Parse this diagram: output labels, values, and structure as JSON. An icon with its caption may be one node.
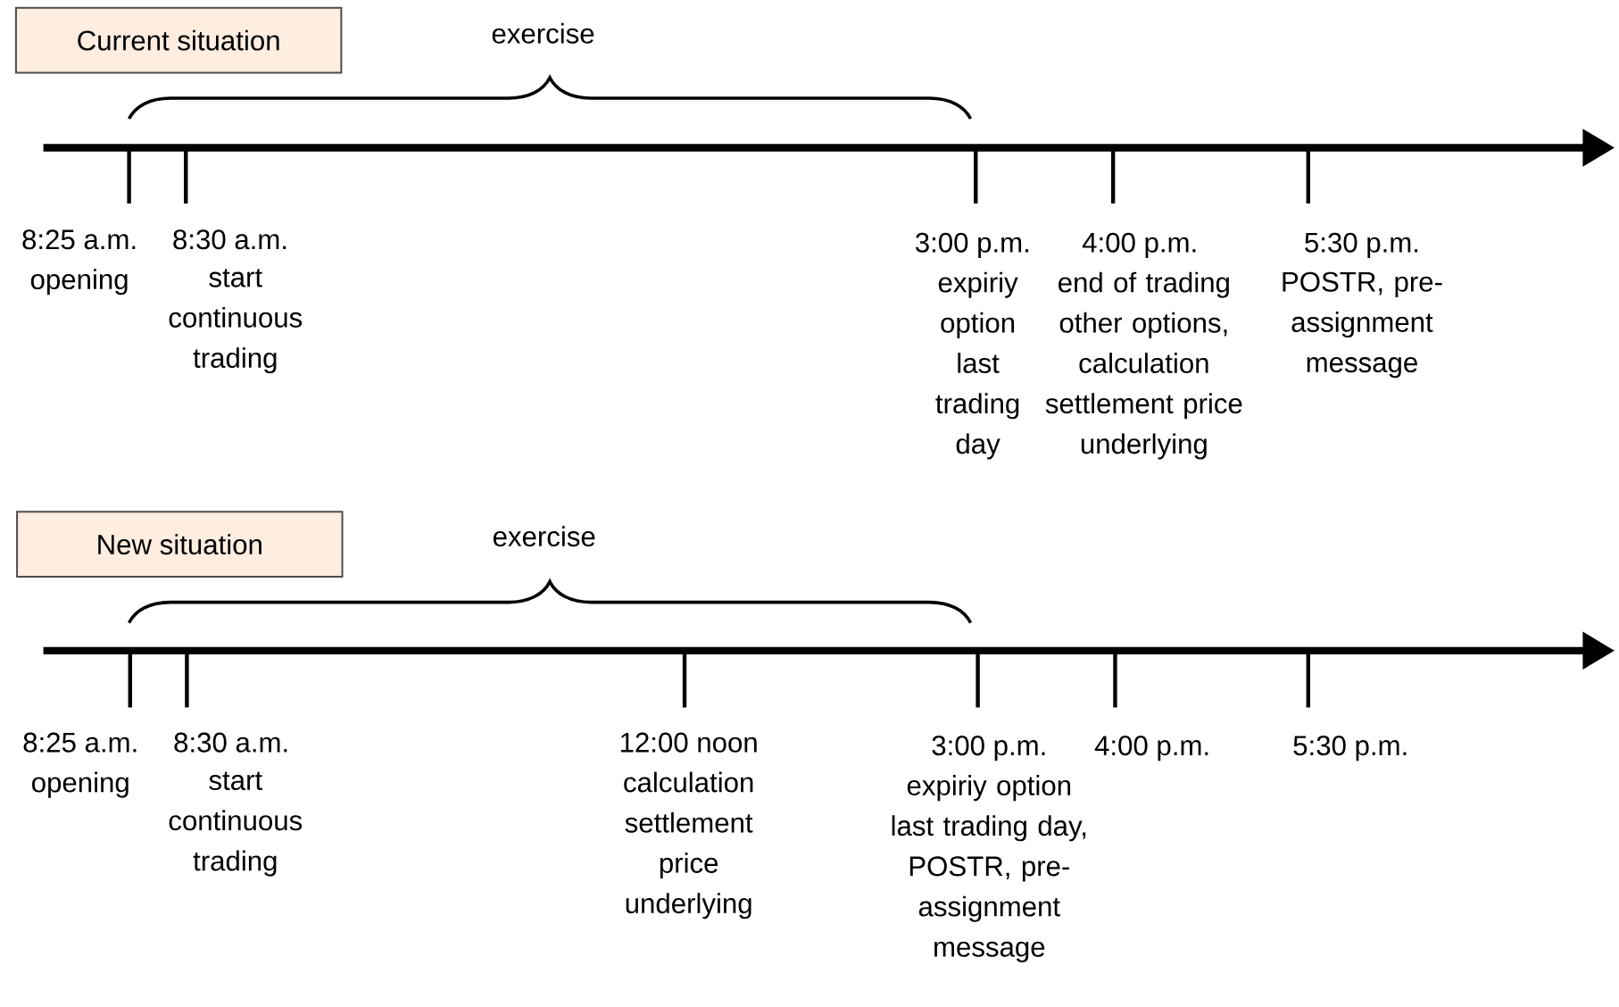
{
  "diagram": {
    "nodes": [
      {
        "text": [
          "Current situation"
        ]
      },
      {
        "text": [
          "New situation"
        ]
      }
    ],
    "labels": [
      "exercise",
      "8:25 a.m.",
      "opening",
      "8:30 a.m.",
      "start continuous trading",
      "3:00 p.m.",
      "expiriy option last trading day",
      "4:00 p.m.",
      "end of trading other options, calculation settlement price underlying",
      "5:30 p.m.",
      "POSTR, pre-assignment message",
      "exercise",
      "8:25 a.m.",
      "opening",
      "8:30 a.m.",
      "start continuous trading",
      "12:00 noon",
      "calculation settlement price underlying",
      "3:00 p.m.",
      "expiriy option last trading day, POSTR, pre-assignment message",
      "4:00 p.m.",
      "5:30 p.m."
    ]
  }
}
